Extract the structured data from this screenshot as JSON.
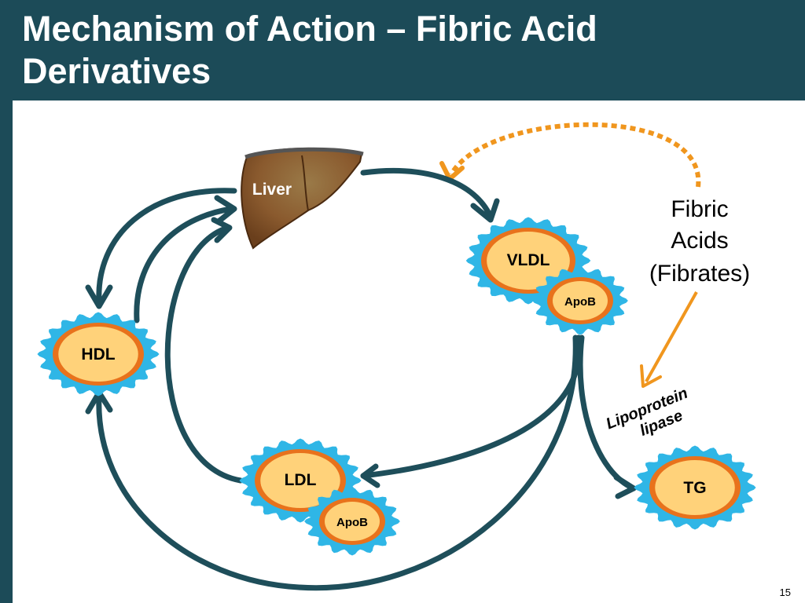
{
  "slide": {
    "title_line1": "Mechanism of Action – Fibric Acid",
    "title_line2": "Derivatives",
    "page_number": "15"
  },
  "diagram": {
    "liver_label": "Liver",
    "vldl_label": "VLDL",
    "vldl_apob_label": "ApoB",
    "hdl_label": "HDL",
    "ldl_label": "LDL",
    "ldl_apob_label": "ApoB",
    "tg_label": "TG",
    "fibric_line1": "Fibric",
    "fibric_line2": "Acids",
    "fibric_line3": "(Fibrates)",
    "lpl_line1": "Lipoprotein",
    "lpl_line2": "lipase"
  },
  "colors": {
    "header_bg": "#1c4b58",
    "arrow": "#1e4e5a",
    "fibrate_arrow": "#f0961e",
    "particle_fill": "#ffd27a",
    "particle_ring": "#e8721c",
    "particle_halo": "#2fb6e6",
    "liver": "#8a5a2e"
  }
}
